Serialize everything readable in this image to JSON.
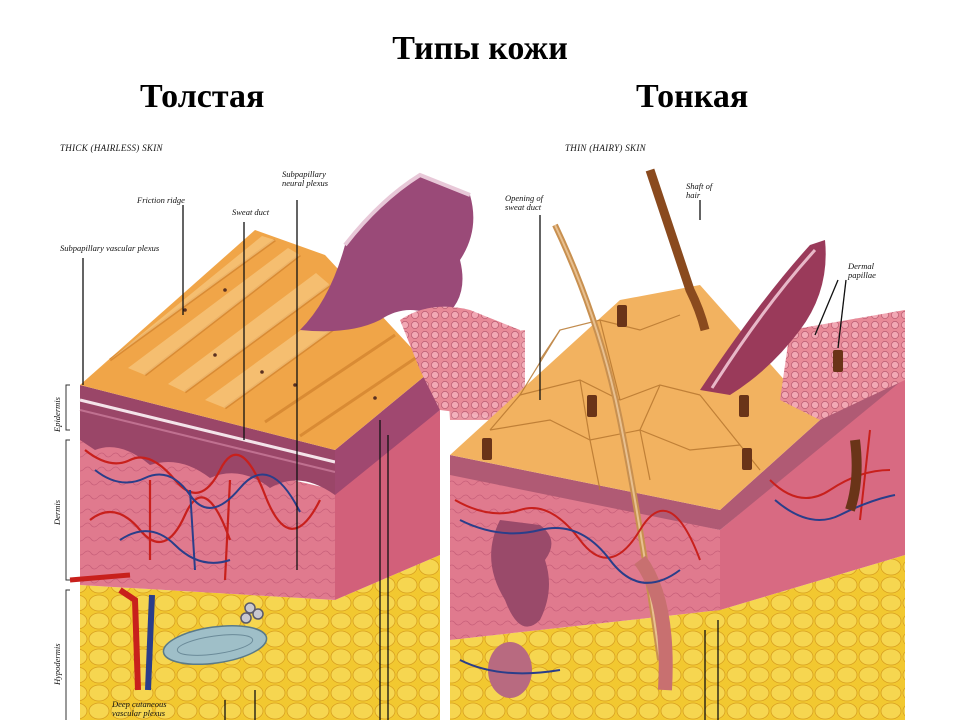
{
  "title": "Типы кожи",
  "columns": {
    "thick": "Толстая",
    "thin": "Тонкая"
  },
  "panels": {
    "thick": {
      "caption": "THICK (HAIRLESS) SKIN",
      "labels": {
        "friction_ridge": "Friction ridge",
        "sweat_duct": "Sweat duct",
        "subpapillary_neural": "Subpapillary neural plexus",
        "subpapillary_vascular": "Subpapillary vascular plexus",
        "deep_cutaneous": "Deep cutaneous vascular plexus"
      },
      "layers": {
        "epidermis": "Epidermis",
        "dermis": "Dermis",
        "hypodermis": "Hypodermis"
      }
    },
    "thin": {
      "caption": "THIN (HAIRY) SKIN",
      "labels": {
        "opening_sweat_duct": "Opening of sweat duct",
        "shaft_of_hair": "Shaft of hair",
        "dermal_papillae": "Dermal papillae"
      }
    }
  },
  "colors": {
    "surface": "#f0a548",
    "surface_light": "#f7c37a",
    "dermis": "#e07a8e",
    "dermis_dark": "#b84a68",
    "epidermis_fold": "#8c3a5a",
    "fat": "#f2c830",
    "vessel_red": "#c8201c",
    "vessel_blue": "#2a3e8a",
    "hair": "#8a4a1e"
  }
}
